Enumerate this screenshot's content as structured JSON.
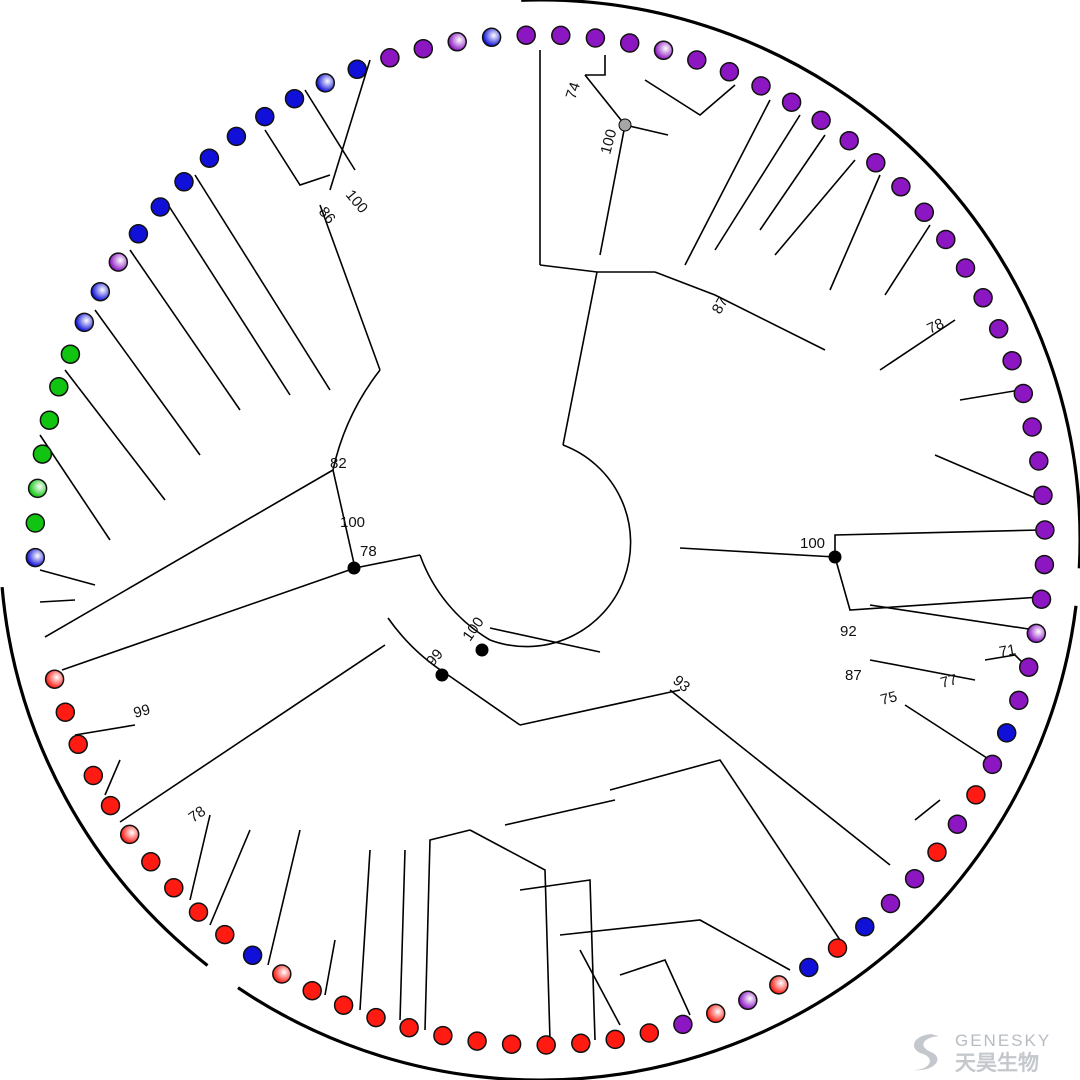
{
  "colors": {
    "red": "#ff1a12",
    "blue": "#1010d8",
    "green": "#11c411",
    "purple": "#8c16c2",
    "gray_node": "#a6a6a6",
    "black_node": "#000000"
  },
  "tips": [
    {
      "clade": "blue",
      "style": "gradient"
    },
    {
      "clade": "green",
      "style": "solid"
    },
    {
      "clade": "green",
      "style": "gradient"
    },
    {
      "clade": "green",
      "style": "solid"
    },
    {
      "clade": "green",
      "style": "solid"
    },
    {
      "clade": "green",
      "style": "solid"
    },
    {
      "clade": "green",
      "style": "solid"
    },
    {
      "clade": "blue",
      "style": "gradient"
    },
    {
      "clade": "blue",
      "style": "gradient"
    },
    {
      "clade": "purple",
      "style": "gradient"
    },
    {
      "clade": "blue",
      "style": "solid"
    },
    {
      "clade": "blue",
      "style": "solid"
    },
    {
      "clade": "blue",
      "style": "solid"
    },
    {
      "clade": "blue",
      "style": "solid"
    },
    {
      "clade": "blue",
      "style": "solid"
    },
    {
      "clade": "blue",
      "style": "solid"
    },
    {
      "clade": "blue",
      "style": "solid"
    },
    {
      "clade": "blue",
      "style": "gradient"
    },
    {
      "clade": "blue",
      "style": "solid"
    },
    {
      "clade": "purple",
      "style": "solid"
    },
    {
      "clade": "purple",
      "style": "solid"
    },
    {
      "clade": "purple",
      "style": "gradient"
    },
    {
      "clade": "blue",
      "style": "gradient"
    },
    {
      "clade": "purple",
      "style": "solid"
    },
    {
      "clade": "purple",
      "style": "solid"
    },
    {
      "clade": "purple",
      "style": "solid"
    },
    {
      "clade": "purple",
      "style": "solid"
    },
    {
      "clade": "purple",
      "style": "gradient"
    },
    {
      "clade": "purple",
      "style": "solid"
    },
    {
      "clade": "purple",
      "style": "solid"
    },
    {
      "clade": "purple",
      "style": "solid"
    },
    {
      "clade": "purple",
      "style": "solid"
    },
    {
      "clade": "purple",
      "style": "solid"
    },
    {
      "clade": "purple",
      "style": "solid"
    },
    {
      "clade": "purple",
      "style": "solid"
    },
    {
      "clade": "purple",
      "style": "solid"
    },
    {
      "clade": "purple",
      "style": "solid"
    },
    {
      "clade": "purple",
      "style": "solid"
    },
    {
      "clade": "purple",
      "style": "solid"
    },
    {
      "clade": "purple",
      "style": "solid"
    },
    {
      "clade": "purple",
      "style": "solid"
    },
    {
      "clade": "purple",
      "style": "solid"
    },
    {
      "clade": "purple",
      "style": "solid"
    },
    {
      "clade": "purple",
      "style": "solid"
    },
    {
      "clade": "purple",
      "style": "solid"
    },
    {
      "clade": "purple",
      "style": "solid"
    },
    {
      "clade": "purple",
      "style": "solid"
    },
    {
      "clade": "purple",
      "style": "solid"
    },
    {
      "clade": "purple",
      "style": "solid"
    },
    {
      "clade": "purple",
      "style": "gradient"
    },
    {
      "clade": "purple",
      "style": "solid"
    },
    {
      "clade": "purple",
      "style": "solid"
    },
    {
      "clade": "blue",
      "style": "solid"
    },
    {
      "clade": "purple",
      "style": "solid"
    },
    {
      "clade": "red",
      "style": "solid"
    },
    {
      "clade": "purple",
      "style": "solid"
    },
    {
      "clade": "red",
      "style": "solid"
    },
    {
      "clade": "purple",
      "style": "solid"
    },
    {
      "clade": "purple",
      "style": "solid"
    },
    {
      "clade": "blue",
      "style": "solid"
    },
    {
      "clade": "red",
      "style": "solid"
    },
    {
      "clade": "blue",
      "style": "solid"
    },
    {
      "clade": "red",
      "style": "gradient"
    },
    {
      "clade": "purple",
      "style": "gradient"
    },
    {
      "clade": "red",
      "style": "gradient"
    },
    {
      "clade": "purple",
      "style": "solid"
    },
    {
      "clade": "red",
      "style": "solid"
    },
    {
      "clade": "red",
      "style": "solid"
    },
    {
      "clade": "red",
      "style": "solid"
    },
    {
      "clade": "red",
      "style": "solid"
    },
    {
      "clade": "red",
      "style": "solid"
    },
    {
      "clade": "red",
      "style": "solid"
    },
    {
      "clade": "red",
      "style": "solid"
    },
    {
      "clade": "red",
      "style": "solid"
    },
    {
      "clade": "red",
      "style": "solid"
    },
    {
      "clade": "red",
      "style": "solid"
    },
    {
      "clade": "red",
      "style": "solid"
    },
    {
      "clade": "red",
      "style": "gradient"
    },
    {
      "clade": "blue",
      "style": "solid"
    },
    {
      "clade": "red",
      "style": "solid"
    },
    {
      "clade": "red",
      "style": "solid"
    },
    {
      "clade": "red",
      "style": "solid"
    },
    {
      "clade": "red",
      "style": "solid"
    },
    {
      "clade": "red",
      "style": "gradient"
    },
    {
      "clade": "red",
      "style": "solid"
    },
    {
      "clade": "red",
      "style": "solid"
    },
    {
      "clade": "red",
      "style": "solid"
    },
    {
      "clade": "red",
      "style": "solid"
    },
    {
      "clade": "red",
      "style": "gradient"
    }
  ],
  "bootstrap": {
    "b1": "74",
    "b2": "100",
    "b3": "87",
    "b4": "78",
    "b5": "100",
    "b6": "92",
    "b7": "87",
    "b8": "71",
    "b9": "77",
    "b10": "75",
    "b11": "93",
    "b12": "100",
    "b13": "99",
    "b14": "78",
    "b15": "99",
    "b16": "78",
    "b17": "100",
    "b18": "82"
  },
  "extra_bootstrap": {
    "b19": "100",
    "b20": "86"
  },
  "watermark": {
    "latin": "GENESKY",
    "cjk": "天昊生物"
  }
}
